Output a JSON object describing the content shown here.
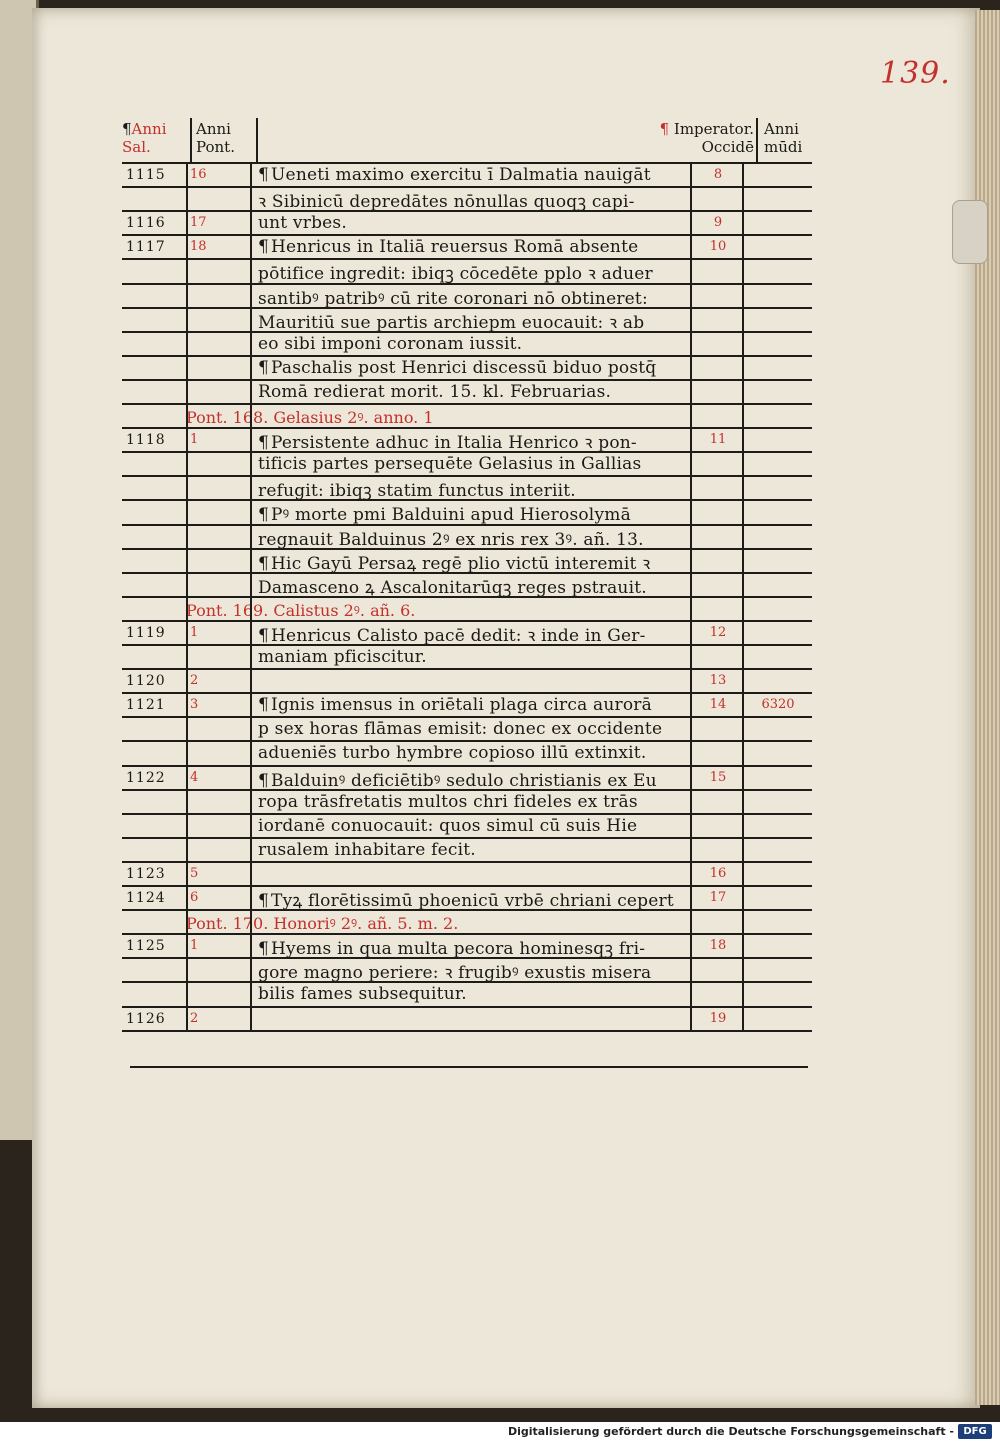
{
  "folio": "139.",
  "header": {
    "anni_sal": "Anni",
    "anni_sal_2": "Sal.",
    "anni_pont": "Anni",
    "anni_pont_2": "Pont.",
    "imperator": "Imperator.",
    "imperator_2": "Occidē",
    "anni_mundi": "Anni",
    "anni_mundi_2": "mūdi"
  },
  "rows": [
    {
      "year": "1115",
      "pont": "16",
      "text": "Ueneti maximo exercitu ī Dalmatia nauigāt",
      "imp": "8",
      "mundi": "",
      "para": true
    },
    {
      "year": "",
      "pont": "",
      "text": "ꝛ Sibinicū depredātes nōnullas quoqꝫ capi-",
      "imp": "",
      "mundi": ""
    },
    {
      "year": "1116",
      "pont": "17",
      "text": "unt vrbes.",
      "imp": "9",
      "mundi": ""
    },
    {
      "year": "1117",
      "pont": "18",
      "text": "Henricus in Italiā reuersus Romā absente",
      "imp": "10",
      "mundi": "",
      "para": true
    },
    {
      "year": "",
      "pont": "",
      "text": "pōtifice ingredit: ibiqꝫ cōcedēte pplo ꝛ aduer",
      "imp": "",
      "mundi": ""
    },
    {
      "year": "",
      "pont": "",
      "text": "santibꝰ patribꝰ cū rite coronari nō obtineret:",
      "imp": "",
      "mundi": ""
    },
    {
      "year": "",
      "pont": "",
      "text": "Mauritiū sue partis archiepm euocauit: ꝛ ab",
      "imp": "",
      "mundi": ""
    },
    {
      "year": "",
      "pont": "",
      "text": "eo sibi imponi coronam iussit.",
      "imp": "",
      "mundi": ""
    },
    {
      "year": "",
      "pont": "",
      "text": "Paschalis post Henrici discessū biduo postq̄",
      "imp": "",
      "mundi": "",
      "para": true
    },
    {
      "year": "",
      "pont": "",
      "text": "Romā redierat morit. 15. kl. Februarias.",
      "imp": "",
      "mundi": ""
    },
    {
      "section": "Pont. 168. Gelasius 2ꝰ. anno. 1"
    },
    {
      "year": "1118",
      "pont": "1",
      "text": "Persistente adhuc in Italia Henrico ꝛ pon-",
      "imp": "11",
      "mundi": "",
      "para": true
    },
    {
      "year": "",
      "pont": "",
      "text": "tificis partes persequēte Gelasius in Gallias",
      "imp": "",
      "mundi": ""
    },
    {
      "year": "",
      "pont": "",
      "text": "refugit: ibiqꝫ statim functus interiit.",
      "imp": "",
      "mundi": ""
    },
    {
      "year": "",
      "pont": "",
      "text": "Pꝰ morte pmi Balduini apud Hierosolymā",
      "imp": "",
      "mundi": "",
      "para": true
    },
    {
      "year": "",
      "pont": "",
      "text": "regnauit Balduinus 2ꝰ ex nris rex 3ꝰ. añ. 13.",
      "imp": "",
      "mundi": ""
    },
    {
      "year": "",
      "pont": "",
      "text": "Hic Gayū Persaꝝ regē plio victū interemit ꝛ",
      "imp": "",
      "mundi": "",
      "para": true
    },
    {
      "year": "",
      "pont": "",
      "text": "Damasceno ꝝ Ascalonitarūqꝫ reges pstrauit.",
      "imp": "",
      "mundi": ""
    },
    {
      "section": "Pont. 169. Calistus 2ꝰ. añ. 6."
    },
    {
      "year": "1119",
      "pont": "1",
      "text": "Henricus Calisto pacē dedit: ꝛ inde in Ger-",
      "imp": "12",
      "mundi": "",
      "para": true
    },
    {
      "year": "",
      "pont": "",
      "text": "maniam pficiscitur.",
      "imp": "",
      "mundi": ""
    },
    {
      "year": "1120",
      "pont": "2",
      "text": "",
      "imp": "13",
      "mundi": ""
    },
    {
      "year": "1121",
      "pont": "3",
      "text": "Ignis imensus in oriētali plaga circa aurorā",
      "imp": "14",
      "mundi": "6320",
      "para": true
    },
    {
      "year": "",
      "pont": "",
      "text": "p sex horas flāmas emisit: donec ex occidente",
      "imp": "",
      "mundi": ""
    },
    {
      "year": "",
      "pont": "",
      "text": "adueniēs turbo hymbre copioso illū extinxit.",
      "imp": "",
      "mundi": ""
    },
    {
      "year": "1122",
      "pont": "4",
      "text": "Balduinꝰ deficiētibꝰ sedulo christianis ex Eu",
      "imp": "15",
      "mundi": "",
      "para": true
    },
    {
      "year": "",
      "pont": "",
      "text": "ropa trāsfretatis multos chri fideles ex trās",
      "imp": "",
      "mundi": ""
    },
    {
      "year": "",
      "pont": "",
      "text": "iordanē conuocauit: quos simul cū suis Hie",
      "imp": "",
      "mundi": ""
    },
    {
      "year": "",
      "pont": "",
      "text": "rusalem inhabitare fecit.",
      "imp": "",
      "mundi": ""
    },
    {
      "year": "1123",
      "pont": "5",
      "text": "",
      "imp": "16",
      "mundi": ""
    },
    {
      "year": "1124",
      "pont": "6",
      "text": "Tyꝝ florētissimū phoenicū vrbē chriani cepert",
      "imp": "17",
      "mundi": "",
      "para": true
    },
    {
      "section": "Pont. 170. Honoriꝰ 2ꝰ. añ. 5. m. 2."
    },
    {
      "year": "1125",
      "pont": "1",
      "text": "Hyems in qua multa pecora hominesqꝫ fri-",
      "imp": "18",
      "mundi": "",
      "para": true
    },
    {
      "year": "",
      "pont": "",
      "text": "gore magno periere: ꝛ frugibꝰ exustis misera",
      "imp": "",
      "mundi": ""
    },
    {
      "year": "",
      "pont": "",
      "text": "bilis fames subsequitur.",
      "imp": "",
      "mundi": ""
    },
    {
      "year": "1126",
      "pont": "2",
      "text": "",
      "imp": "19",
      "mundi": ""
    }
  ],
  "footer_text": "Digitalisierung gefördert durch die Deutsche Forschungsgemeinschaft -",
  "footer_logo": "DFG"
}
